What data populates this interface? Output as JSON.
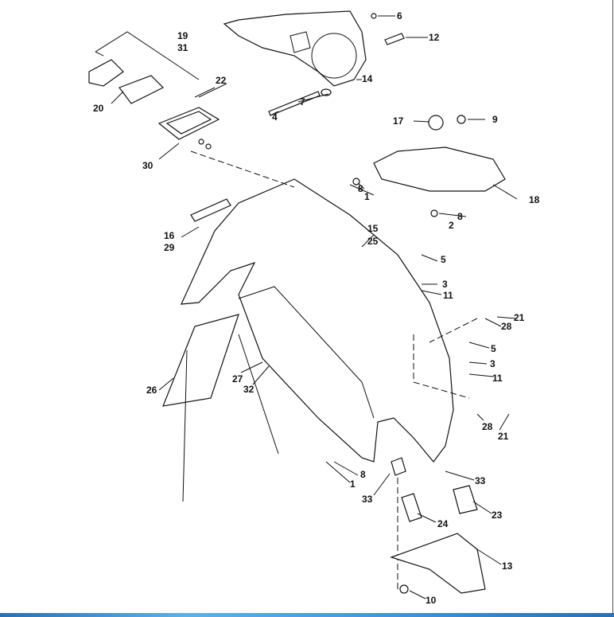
{
  "title": "Rear fender exploded parts diagram",
  "labels": [
    "6",
    "12",
    "14",
    "7",
    "4",
    "19",
    "31",
    "22",
    "20",
    "30",
    "17",
    "9",
    "8",
    "1",
    "18",
    "8",
    "2",
    "15",
    "25",
    "16",
    "29",
    "5",
    "3",
    "11",
    "21",
    "28",
    "5",
    "3",
    "11",
    "27",
    "32",
    "26",
    "28",
    "21",
    "8",
    "1",
    "33",
    "33",
    "23",
    "24",
    "13",
    "10"
  ],
  "colors": {
    "line": "#111111",
    "bar": "#3d8fd4"
  }
}
